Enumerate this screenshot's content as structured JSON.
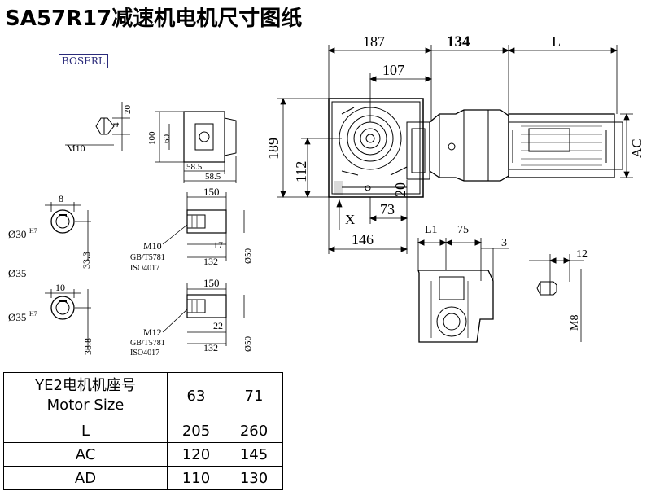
{
  "title": "SA57R17减速机电机尺寸图纸",
  "brand": "BOSERL",
  "dimensions": {
    "d187": "187",
    "d134": "134",
    "dL": "L",
    "d107": "107",
    "d189": "189",
    "d112": "112",
    "d20": "20",
    "d73": "73",
    "d146": "146",
    "dAC": "AC",
    "dX": "X",
    "dL1": "L1",
    "d75": "75",
    "d3": "3",
    "d12": "12",
    "dM8": "M8",
    "key_m10": "M10",
    "key_4": "4",
    "key_20": "20",
    "flange_100": "100",
    "flange_60": "60",
    "flange_58_5a": "58.5",
    "flange_58_5b": "58.5",
    "s1_8": "8",
    "s1_dia": "Ø30",
    "s1_tol": "H7",
    "s1_33_3": "33.3",
    "s1_150": "150",
    "s1_m10": "M10",
    "s1_gb": "GB/T5781",
    "s1_iso": "ISO4017",
    "s1_17": "17",
    "s1_132": "132",
    "s1_d50": "Ø50",
    "s2_label": "Ø35",
    "s2_10": "10",
    "s2_dia": "Ø35",
    "s2_tol": "H7",
    "s2_38_8": "38.8",
    "s2_150": "150",
    "s2_m12": "M12",
    "s2_gb": "GB/T5781",
    "s2_iso": "ISO4017",
    "s2_22": "22",
    "s2_132": "132",
    "s2_d50": "Ø50"
  },
  "table": {
    "header_line1": "YE2电机机座号",
    "header_line2": "Motor Size",
    "columns": [
      "63",
      "71"
    ],
    "rows": [
      {
        "label": "L",
        "values": [
          "205",
          "260"
        ]
      },
      {
        "label": "AC",
        "values": [
          "120",
          "145"
        ]
      },
      {
        "label": "AD",
        "values": [
          "110",
          "130"
        ]
      }
    ]
  }
}
